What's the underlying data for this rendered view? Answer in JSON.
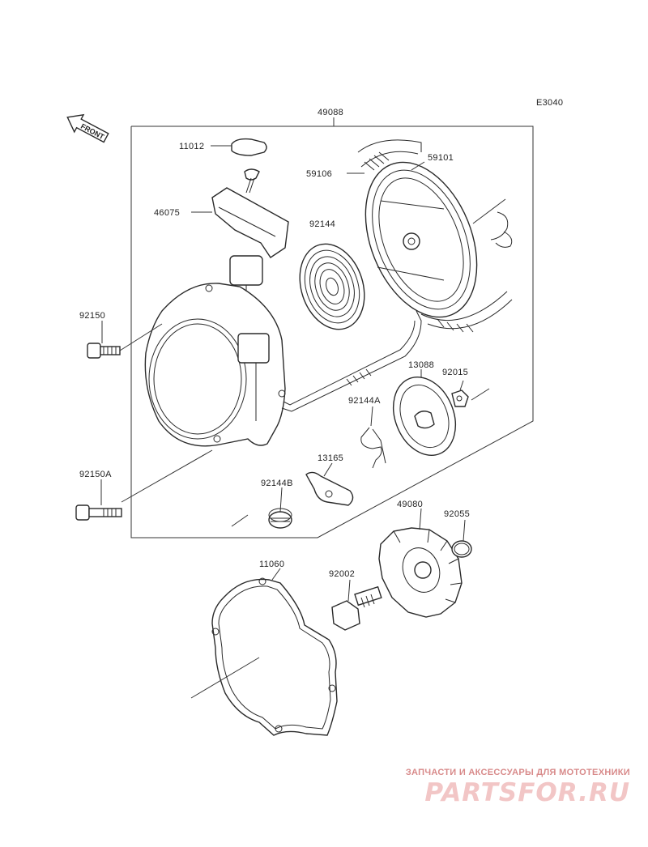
{
  "diagram_code": "E3040",
  "front_label": "FRONT",
  "parts": {
    "p49088": "49088",
    "p11012": "11012",
    "p46075": "46075",
    "p59106": "59106",
    "p59101": "59101",
    "p92144": "92144",
    "p92150": "92150",
    "p13088": "13088",
    "p92015": "92015",
    "p92144A": "92144A",
    "p13165": "13165",
    "p92144B": "92144B",
    "p92150A": "92150A",
    "p49080": "49080",
    "p92055": "92055",
    "p11060": "11060",
    "p92002": "92002"
  },
  "watermark": {
    "tagline": "ЗАПЧАСТИ И АКСЕССУАРЫ ДЛЯ МОТОТЕХНИКИ",
    "logo": "PARTSFOR.RU"
  },
  "colors": {
    "line": "#2a2a2a",
    "watermark_tagline": "#d88a8a",
    "watermark_logo": "#f2c6c6"
  }
}
